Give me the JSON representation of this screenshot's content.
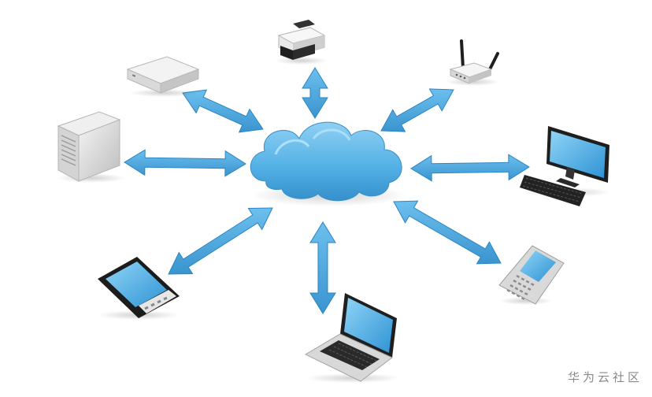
{
  "diagram": {
    "center": {
      "name": "cloud"
    },
    "nodes": [
      {
        "name": "printer"
      },
      {
        "name": "wireless-router"
      },
      {
        "name": "desktop-computer"
      },
      {
        "name": "mobile-phone"
      },
      {
        "name": "laptop"
      },
      {
        "name": "tablet"
      },
      {
        "name": "tower-server"
      },
      {
        "name": "network-storage"
      }
    ],
    "connection": "bidirectional",
    "colors": {
      "accent": "#4aa8df",
      "accent_dark": "#2c86c2",
      "screen": "#3fa9e6",
      "device_light": "#e4e4e4",
      "device_dark": "#2a2a2a"
    }
  },
  "watermark": "华为云社区"
}
